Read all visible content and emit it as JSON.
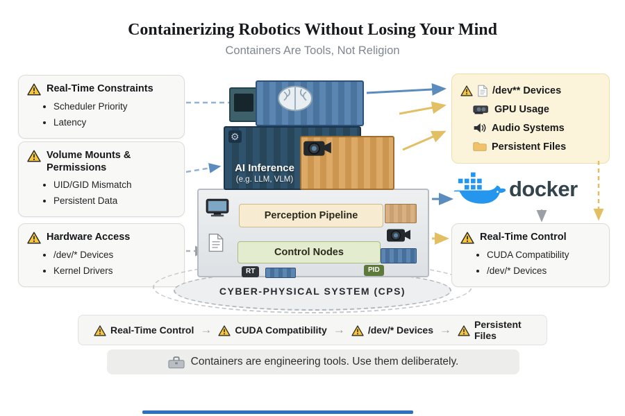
{
  "header": {
    "title": "Containerizing Robotics Without Losing Your Mind",
    "subtitle": "Containers Are Tools, Not Religion"
  },
  "left_boxes": [
    {
      "title": "Real-Time Constraints",
      "bullets": [
        "Scheduler Priority",
        "Latency"
      ]
    },
    {
      "title": "Volume Mounts & Permissions",
      "bullets": [
        "UID/GID Mismatch",
        "Persistent Data"
      ]
    },
    {
      "title": "Hardware Access",
      "bullets": [
        "/dev/* Devices",
        "Kernel Drivers"
      ]
    }
  ],
  "stack": {
    "ai_label": "AI Inference",
    "ai_sublabel": "(e.g. LLM, VLM)",
    "perception_label": "Perception Pipeline",
    "control_label": "Control Nodes",
    "rt_badge": "RT",
    "pid_badge": "PID",
    "base_label": "CYBER-PHYSICAL SYSTEM (CPS)"
  },
  "devices_box": {
    "items": [
      {
        "icon": "warning-doc",
        "label": "/dev** Devices"
      },
      {
        "icon": "gpu",
        "label": "GPU Usage"
      },
      {
        "icon": "audio",
        "label": "Audio Systems"
      },
      {
        "icon": "folder",
        "label": "Persistent Files"
      }
    ]
  },
  "docker": {
    "wordmark": "docker"
  },
  "realtime_box": {
    "title": "Real-Time Control",
    "bullets": [
      "CUDA Compatibility",
      "/dev/* Devices"
    ]
  },
  "bottom_chain": [
    "Real-Time Control",
    "CUDA Compatibility",
    "/dev/* Devices",
    "Persistent Files"
  ],
  "footer": {
    "message": "Containers are engineering tools. Use them deliberately."
  },
  "colors": {
    "docker_blue": "#2496ed",
    "warning_yellow": "#f8c63d",
    "devices_bg": "#fcf4da",
    "callout_bg": "#f8f8f6"
  }
}
